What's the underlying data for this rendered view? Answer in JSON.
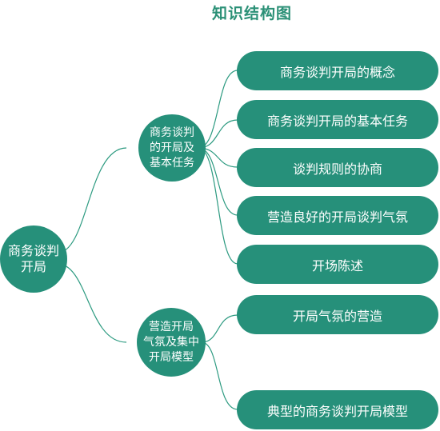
{
  "title": "知识结构图",
  "root": {
    "line1": "商务谈判",
    "line2": "开局"
  },
  "branches": [
    {
      "lines": [
        "商务谈判",
        "的开局及",
        "基本任务"
      ],
      "children": [
        "商务谈判开局的概念",
        "商务谈判开局的基本任务",
        "谈判规则的协商",
        "营造良好的开局谈判气氛",
        "开场陈述"
      ]
    },
    {
      "lines": [
        "营造开局",
        "气氛及集中",
        "开局模型"
      ],
      "children": [
        "开局气氛的营造",
        "典型的商务谈判开局模型"
      ]
    }
  ],
  "colors": {
    "node": "#26907a",
    "line": "#2c9a80",
    "title": "#2a9076"
  }
}
